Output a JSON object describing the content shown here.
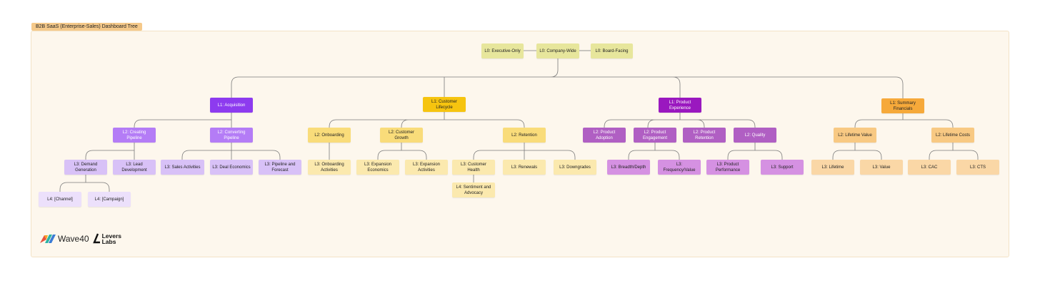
{
  "frame": {
    "title": "B2B SaaS (Enterprise-Sales) Dashboard Tree"
  },
  "nodes": {
    "l0_exec": "L0: Executive-Only",
    "l0_company": "L0: Company-Wide",
    "l0_board": "L0: Board-Facing",
    "l1_acquisition": "L1: Acquisition",
    "l1_lifecycle": "L1: Customer Lifecycle",
    "l1_product": "L1: Product Experience",
    "l1_financials": "L1: Summary Financials",
    "l2_creating": "L2: Creating Pipeline",
    "l2_converting": "L2: Converting Pipeline",
    "l2_onboarding": "L2: Onboarding",
    "l2_growth": "L2: Customer Growth",
    "l2_retention": "L2: Retention",
    "l2_adoption": "L2: Product Adoption",
    "l2_engagement": "L2: Product Engagement",
    "l2_prod_retention": "L2: Product Retention",
    "l2_quality": "L2: Quality",
    "l2_ltv": "L2: Lifetime Value",
    "l2_costs": "L2: Lifetime Costs",
    "l3_demand": "L3: Demand Generation",
    "l3_lead": "L3: Lead Development",
    "l3_sales": "L3: Sales Activities",
    "l3_deal": "L3: Deal Economics",
    "l3_pipeline": "L3: Pipeline and Forecast",
    "l3_onb_act": "L3: Onboarding Activities",
    "l3_exp_econ": "L3: Expansion Economics",
    "l3_exp_act": "L3: Expansion Activities",
    "l3_health": "L3: Customer Health",
    "l3_renewals": "L3: Renewals",
    "l3_downgrades": "L3: Downgrades",
    "l3_breadth": "L3: Breadth/Depth",
    "l3_freq": "L3: Frequency/Value",
    "l3_perf": "L3: Product Performance",
    "l3_support": "L3: Support",
    "l3_lifetime": "L3: Lifetime",
    "l3_value": "L3: Value",
    "l3_cac": "L3: CAC",
    "l3_cts": "L3: CTS",
    "l4_channel": "L4: [Channel]",
    "l4_campaign": "L4: [Campaign]",
    "l4_sentiment": "L4: Sentiment and Advocacy"
  },
  "logos": {
    "wave": "Wave40",
    "levers": "Levers\nLabs"
  }
}
